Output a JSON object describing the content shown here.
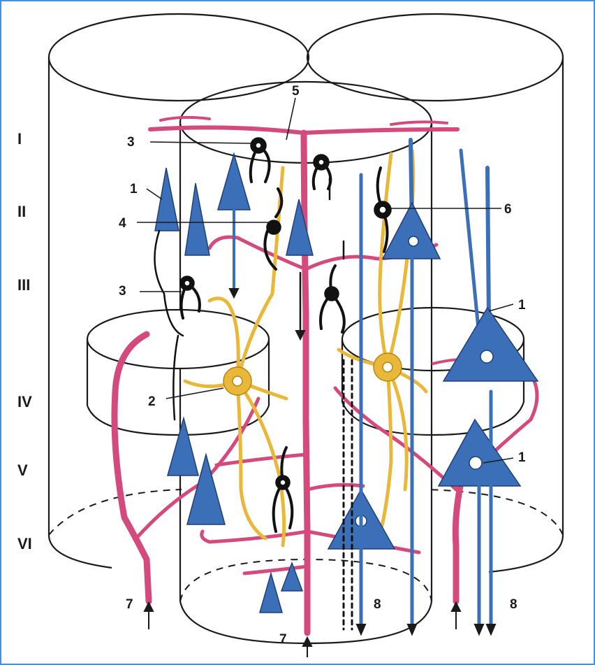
{
  "layers": [
    "I",
    "II",
    "III",
    "IV",
    "V",
    "VI"
  ],
  "labels": [
    "1",
    "2",
    "3",
    "4",
    "5",
    "6",
    "7",
    "8"
  ],
  "colors": {
    "pyramidal": "#3b6fb8",
    "stellate": "#e9b83a",
    "interneuron": "#111111",
    "vessel": "#d44a7c",
    "outline": "#1a1a1a",
    "border": "#4a90d9"
  }
}
